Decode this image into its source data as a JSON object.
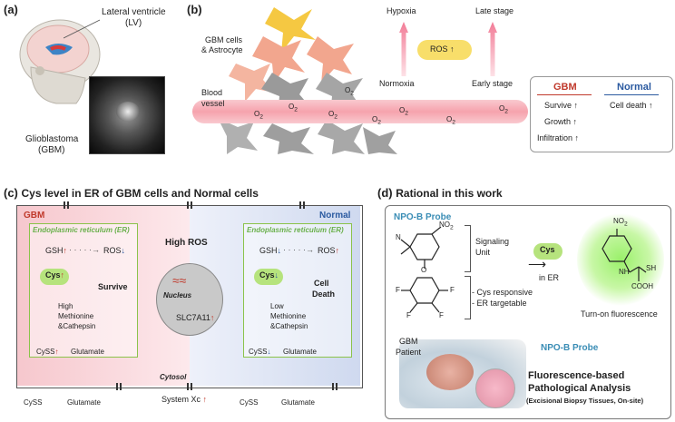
{
  "panel_a": {
    "label": "(a)",
    "lv_label": "Lateral ventricle",
    "lv_abbr": "(LV)",
    "gbm_label": "Glioblastoma",
    "gbm_abbr": "(GBM)"
  },
  "panel_b": {
    "label": "(b)",
    "cells_label_1": "GBM cells",
    "cells_label_2": "& Astrocyte",
    "hypoxia": "Hypoxia",
    "late_stage": "Late stage",
    "normoxia": "Normoxia",
    "early_stage": "Early stage",
    "ros": "ROS",
    "blood_1": "Blood",
    "blood_2": "vessel",
    "o2": "O",
    "o2_sub": "2",
    "table": {
      "gbm_head": "GBM",
      "normal_head": "Normal",
      "gbm_rows": [
        "Survive",
        "Growth",
        "Infiltration"
      ],
      "normal_rows": [
        "Cell death"
      ]
    }
  },
  "panel_c": {
    "label": "(c)",
    "title": "Cys level in ER of GBM cells and Normal cells",
    "gbm": "GBM",
    "normal": "Normal",
    "er_label": "Endoplasmic reticulum (ER)",
    "gsh": "GSH",
    "ros": "ROS",
    "cys": "Cys",
    "survive": "Survive",
    "cell_death_1": "Cell",
    "cell_death_2": "Death",
    "high_met_1": "High",
    "high_met_2": "Methionine",
    "high_met_3": "&Cathepsin",
    "low_met_1": "Low",
    "low_met_2": "Methionine",
    "low_met_3": "&Cathepsin",
    "cyss": "CySS",
    "glutamate": "Glutamate",
    "high_ros": "High ROS",
    "nucleus": "Nucleus",
    "slc": "SLC7A11",
    "cytosol": "Cytosol",
    "system_xc": "System Xc"
  },
  "panel_d": {
    "label": "(d)",
    "title": "Rational in this work",
    "probe": "NPO-B Probe",
    "no2": "NO",
    "no2_sub": "2",
    "signaling_1": "Signaling",
    "signaling_2": "Unit",
    "cys_resp": "- Cys responsive",
    "er_target": "- ER targetable",
    "cys": "Cys",
    "in_er": "in ER",
    "turn_on": "Turn-on fluorescence",
    "gbm_patient_1": "GBM",
    "gbm_patient_2": "Patient",
    "probe2": "NPO-B Probe",
    "fluor_1": "Fluorescence-based",
    "fluor_2": "Pathological Analysis",
    "fluor_3": "(Excisional Biopsy Tissues, On-site)",
    "sh": "SH",
    "nh": "NH",
    "cooh": "COOH",
    "f": "F",
    "o": "O",
    "n": "N"
  },
  "colors": {
    "gbm_red": "#c0392b",
    "normal_blue": "#2b5aa0",
    "er_green": "#6ab04c",
    "probe_teal": "#3a8db5"
  }
}
